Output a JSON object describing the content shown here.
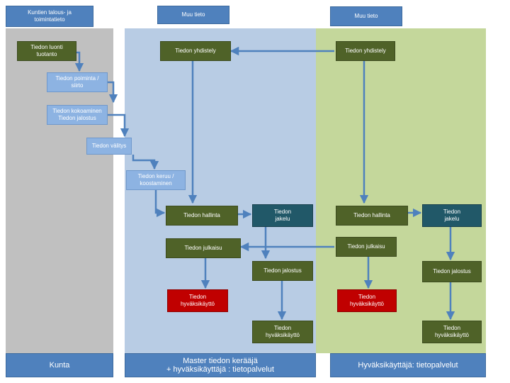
{
  "headers": {
    "kunta": "Kuntien talous- ja\ntoimintatieto",
    "muu1": "Muu tieto",
    "muu2": "Muu tieto"
  },
  "nodes": {
    "luonti": "Tiedon luonti\ntuotanto",
    "yhdistely1": "Tiedon yhdistely",
    "yhdistely2": "Tiedon yhdistely",
    "poiminta": "Tiedon poiminta /\nsiirto",
    "kokoaminen": "Tiedon kokoaminen\nTiedon jalostus",
    "valitys": "Tiedon välitys",
    "keruu": "Tiedon keruu /\nkoostaminen",
    "hallinta1": "Tiedon hallinta",
    "jakelu1": "Tiedon\njakelu",
    "hallinta2": "Tiedon hallinta",
    "jakelu2": "Tiedon\njakelu",
    "julkaisu1": "Tiedon julkaisu",
    "julkaisu2": "Tiedon julkaisu",
    "jalostus1": "Tiedon jalostus",
    "jalostus2": "Tiedon jalostus",
    "hyvaksi_red1": "Tiedon\nhyväksikäyttö",
    "hyvaksi_red2": "Tiedon\nhyväksikäyttö",
    "hyvaksi_olive1": "Tiedon\nhyväksikäyttö",
    "hyvaksi_teal2": "Tiedon\nhyväksikäyttö"
  },
  "footers": {
    "kunta": "Kunta",
    "master": "Master tiedon kerääjä\n+ hyväksikäyttäjä : tietopalvelut",
    "hyvaksi": "Hyväksikäyttäjä: tietopalvelut"
  },
  "colors": {
    "lane_gray": "#c0c0c0",
    "lane_blue": "#b8cce4",
    "lane_green": "#c4d79b",
    "arrow": "#4f81bd"
  }
}
